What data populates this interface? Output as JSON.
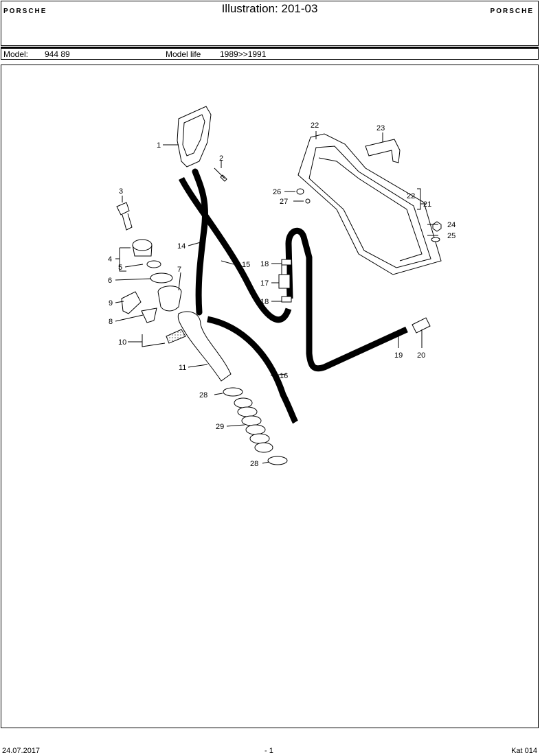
{
  "header": {
    "title": "Illustration: 201-03",
    "logo_left": "PORSCHE",
    "logo_right": "PORSCHE"
  },
  "model_bar": {
    "model_label": "Model:",
    "model_value": "944 89",
    "life_label": "Model life",
    "life_value": "1989>>1991"
  },
  "callouts": [
    "1",
    "2",
    "3",
    "4",
    "5",
    "6",
    "7",
    "8",
    "9",
    "10",
    "11",
    "14",
    "15",
    "16",
    "17",
    "18",
    "18",
    "19",
    "20",
    "21",
    "22",
    "22",
    "23",
    "24",
    "25",
    "26",
    "27",
    "28",
    "28",
    "29"
  ],
  "footer": {
    "date": "24.07.2017",
    "page": "- 1",
    "catalog": "Kat 014"
  }
}
